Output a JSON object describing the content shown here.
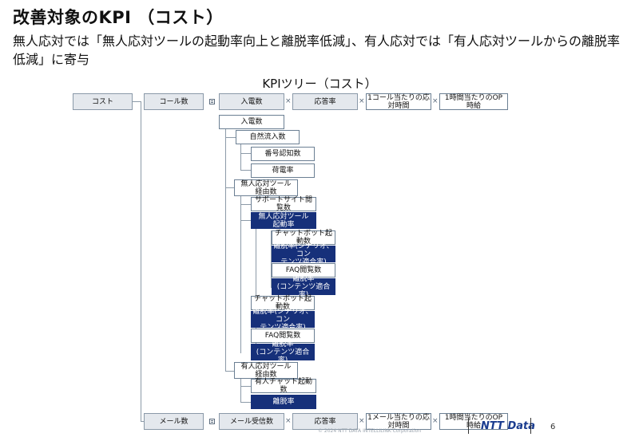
{
  "title": "改善対象のKPI （コスト）",
  "subtitle": "無人応対では「無人応対ツールの起動率向上と離脱率低減」、有人応対では「有人応対ツールからの離脱率低減」に寄与",
  "tree_title": "KPIツリー（コスト）",
  "nodes": {
    "cost": "コスト",
    "call_count": "コール数",
    "incoming_calls": "入電数",
    "answer_rate_call": "応答率",
    "time_per_call": "1コール当たりの応\n対時間",
    "hourly_op_wage_call": "1時間当たりのOP\n時給",
    "incoming_calls_sub": "入電数",
    "natural_inflow": "自然流入数",
    "number_recognition": "番号認知数",
    "call_rate": "荷電率",
    "unmanned_tool_via": "無人応対ツール\n経由数",
    "support_site_views": "サポートサイト閲覧数",
    "unmanned_tool_launch": "無人応対ツール\n起動率",
    "chatbot_launch_1": "チャットボット起動数",
    "dropout_scenario_1": "離脱率(シナリオ、コン\nテンツ適合率)",
    "faq_views_1": "FAQ閲覧数",
    "dropout_content_1": "離脱率\n(コンテンツ適合率)",
    "chatbot_launch_2": "チャットボット起動数",
    "dropout_scenario_2": "離脱率(シナリオ、コン\nテンツ適合率)",
    "faq_views_2": "FAQ閲覧数",
    "dropout_content_2": "離脱率\n(コンテンツ適合率)",
    "manned_tool_via": "有人応対ツール\n経由数",
    "manned_chat_launch": "有人チャット起動数",
    "dropout_manned": "離脱率",
    "mail_count": "メール数",
    "mail_received": "メール受信数",
    "answer_rate_mail": "応答率",
    "time_per_mail": "1メール当たりの応\n対時間",
    "hourly_op_wage_mail": "1時間当たりのOP\n時給"
  },
  "operators": {
    "eq": "",
    "times": "×"
  },
  "footer": {
    "copyright": "© 2024 NTT DATA INTELLILINK Corporation",
    "logo": "NTT Data",
    "page": "6"
  },
  "colors": {
    "dark_box": "#16307a",
    "gray_box": "#e4e8ed",
    "line": "#8c9aa8"
  }
}
